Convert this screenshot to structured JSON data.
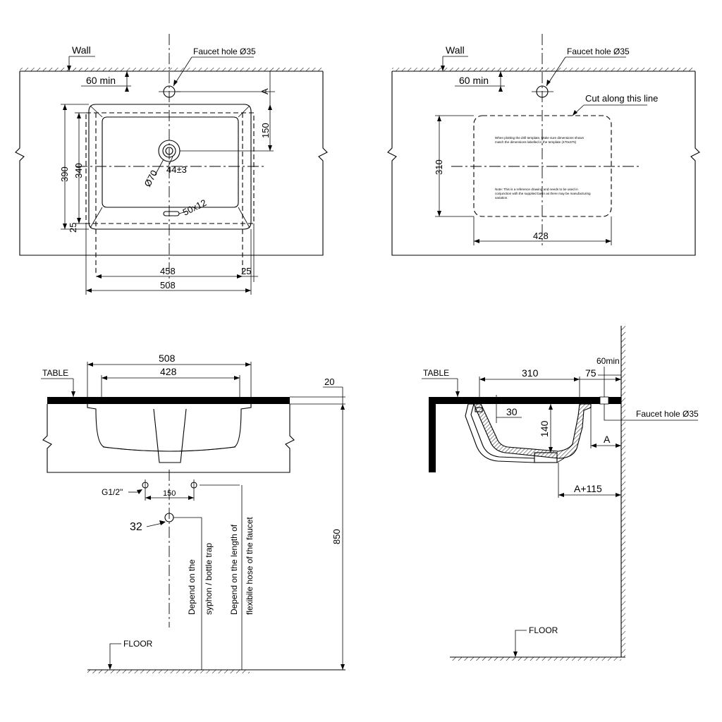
{
  "top_left_view": {
    "wall_label": "Wall",
    "faucet_hole_label": "Faucet hole Ø35",
    "min_clearance_label": "60 min",
    "dim_a_label": "A",
    "dim_150_label": "150",
    "dim_390_label": "390",
    "dim_340_label": "340",
    "dim_25_side_label": "25",
    "drain_outer_label": "Ø70",
    "drain_inner_label": "44±3",
    "overflow_label": "50x12",
    "dim_458_label": "458",
    "dim_25_bottom_label": "25",
    "dim_508_label": "508"
  },
  "top_right_view": {
    "wall_label": "Wall",
    "faucet_hole_label": "Faucet hole Ø35",
    "min_clearance_label": "60 min",
    "cut_line_label": "Cut along this line",
    "template_note_1": "When plotting the drill template, Make sure dimensions shown",
    "template_note_2": "match the dimensions labelled in the template (470x375)",
    "ref_note_1": "Note: This is a reference drawing and needs to be used in",
    "ref_note_2": "conjunction with the supplied basin as there may be manufacturing",
    "ref_note_3": "variation.",
    "dim_310_label": "310",
    "dim_428_label": "428"
  },
  "bottom_left_view": {
    "table_label": "TABLE",
    "dim_508_label": "508",
    "dim_428_label": "428",
    "dim_20_label": "20",
    "inlet_label": "G1/2\"",
    "dim_150_label": "150",
    "drain_label": "32",
    "syphon_note_1": "Depend on the",
    "syphon_note_2": "syphon / bottle trap",
    "hose_note_1": "Depend on the length of",
    "hose_note_2": "flexibile hose of the faucet",
    "dim_850_label": "850",
    "floor_label": "FLOOR"
  },
  "bottom_right_view": {
    "table_label": "TABLE",
    "dim_310_label": "310",
    "dim_75_label": "75",
    "min_clearance_label": "60min",
    "dim_30_label": "30",
    "dim_140_label": "140",
    "faucet_hole_label": "Faucet hole Ø35",
    "dim_a_label": "A",
    "dim_a115_label": "A+115",
    "floor_label": "FLOOR"
  }
}
